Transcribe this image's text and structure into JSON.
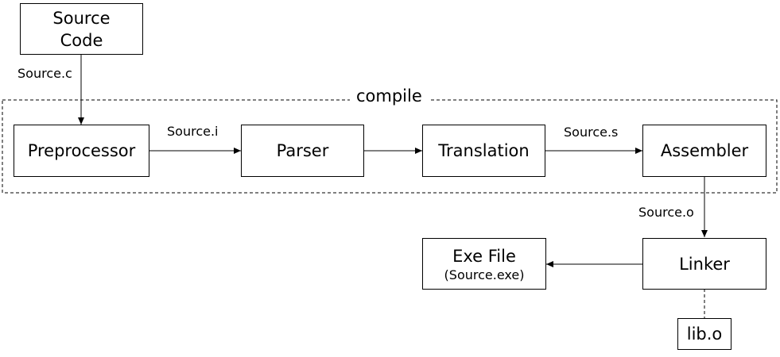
{
  "group": {
    "title": "compile"
  },
  "nodes": {
    "source_code": {
      "line1": "Source",
      "line2": "Code"
    },
    "preprocessor": {
      "label": "Preprocessor"
    },
    "parser": {
      "label": "Parser"
    },
    "translation": {
      "label": "Translation"
    },
    "assembler": {
      "label": "Assembler"
    },
    "linker": {
      "label": "Linker"
    },
    "exe_file": {
      "label": "Exe File",
      "sublabel": "(Source.exe)"
    },
    "lib": {
      "label": "lib.o"
    }
  },
  "edges": {
    "source_c": "Source.c",
    "source_i": "Source.i",
    "source_s": "Source.s",
    "source_o": "Source.o"
  }
}
